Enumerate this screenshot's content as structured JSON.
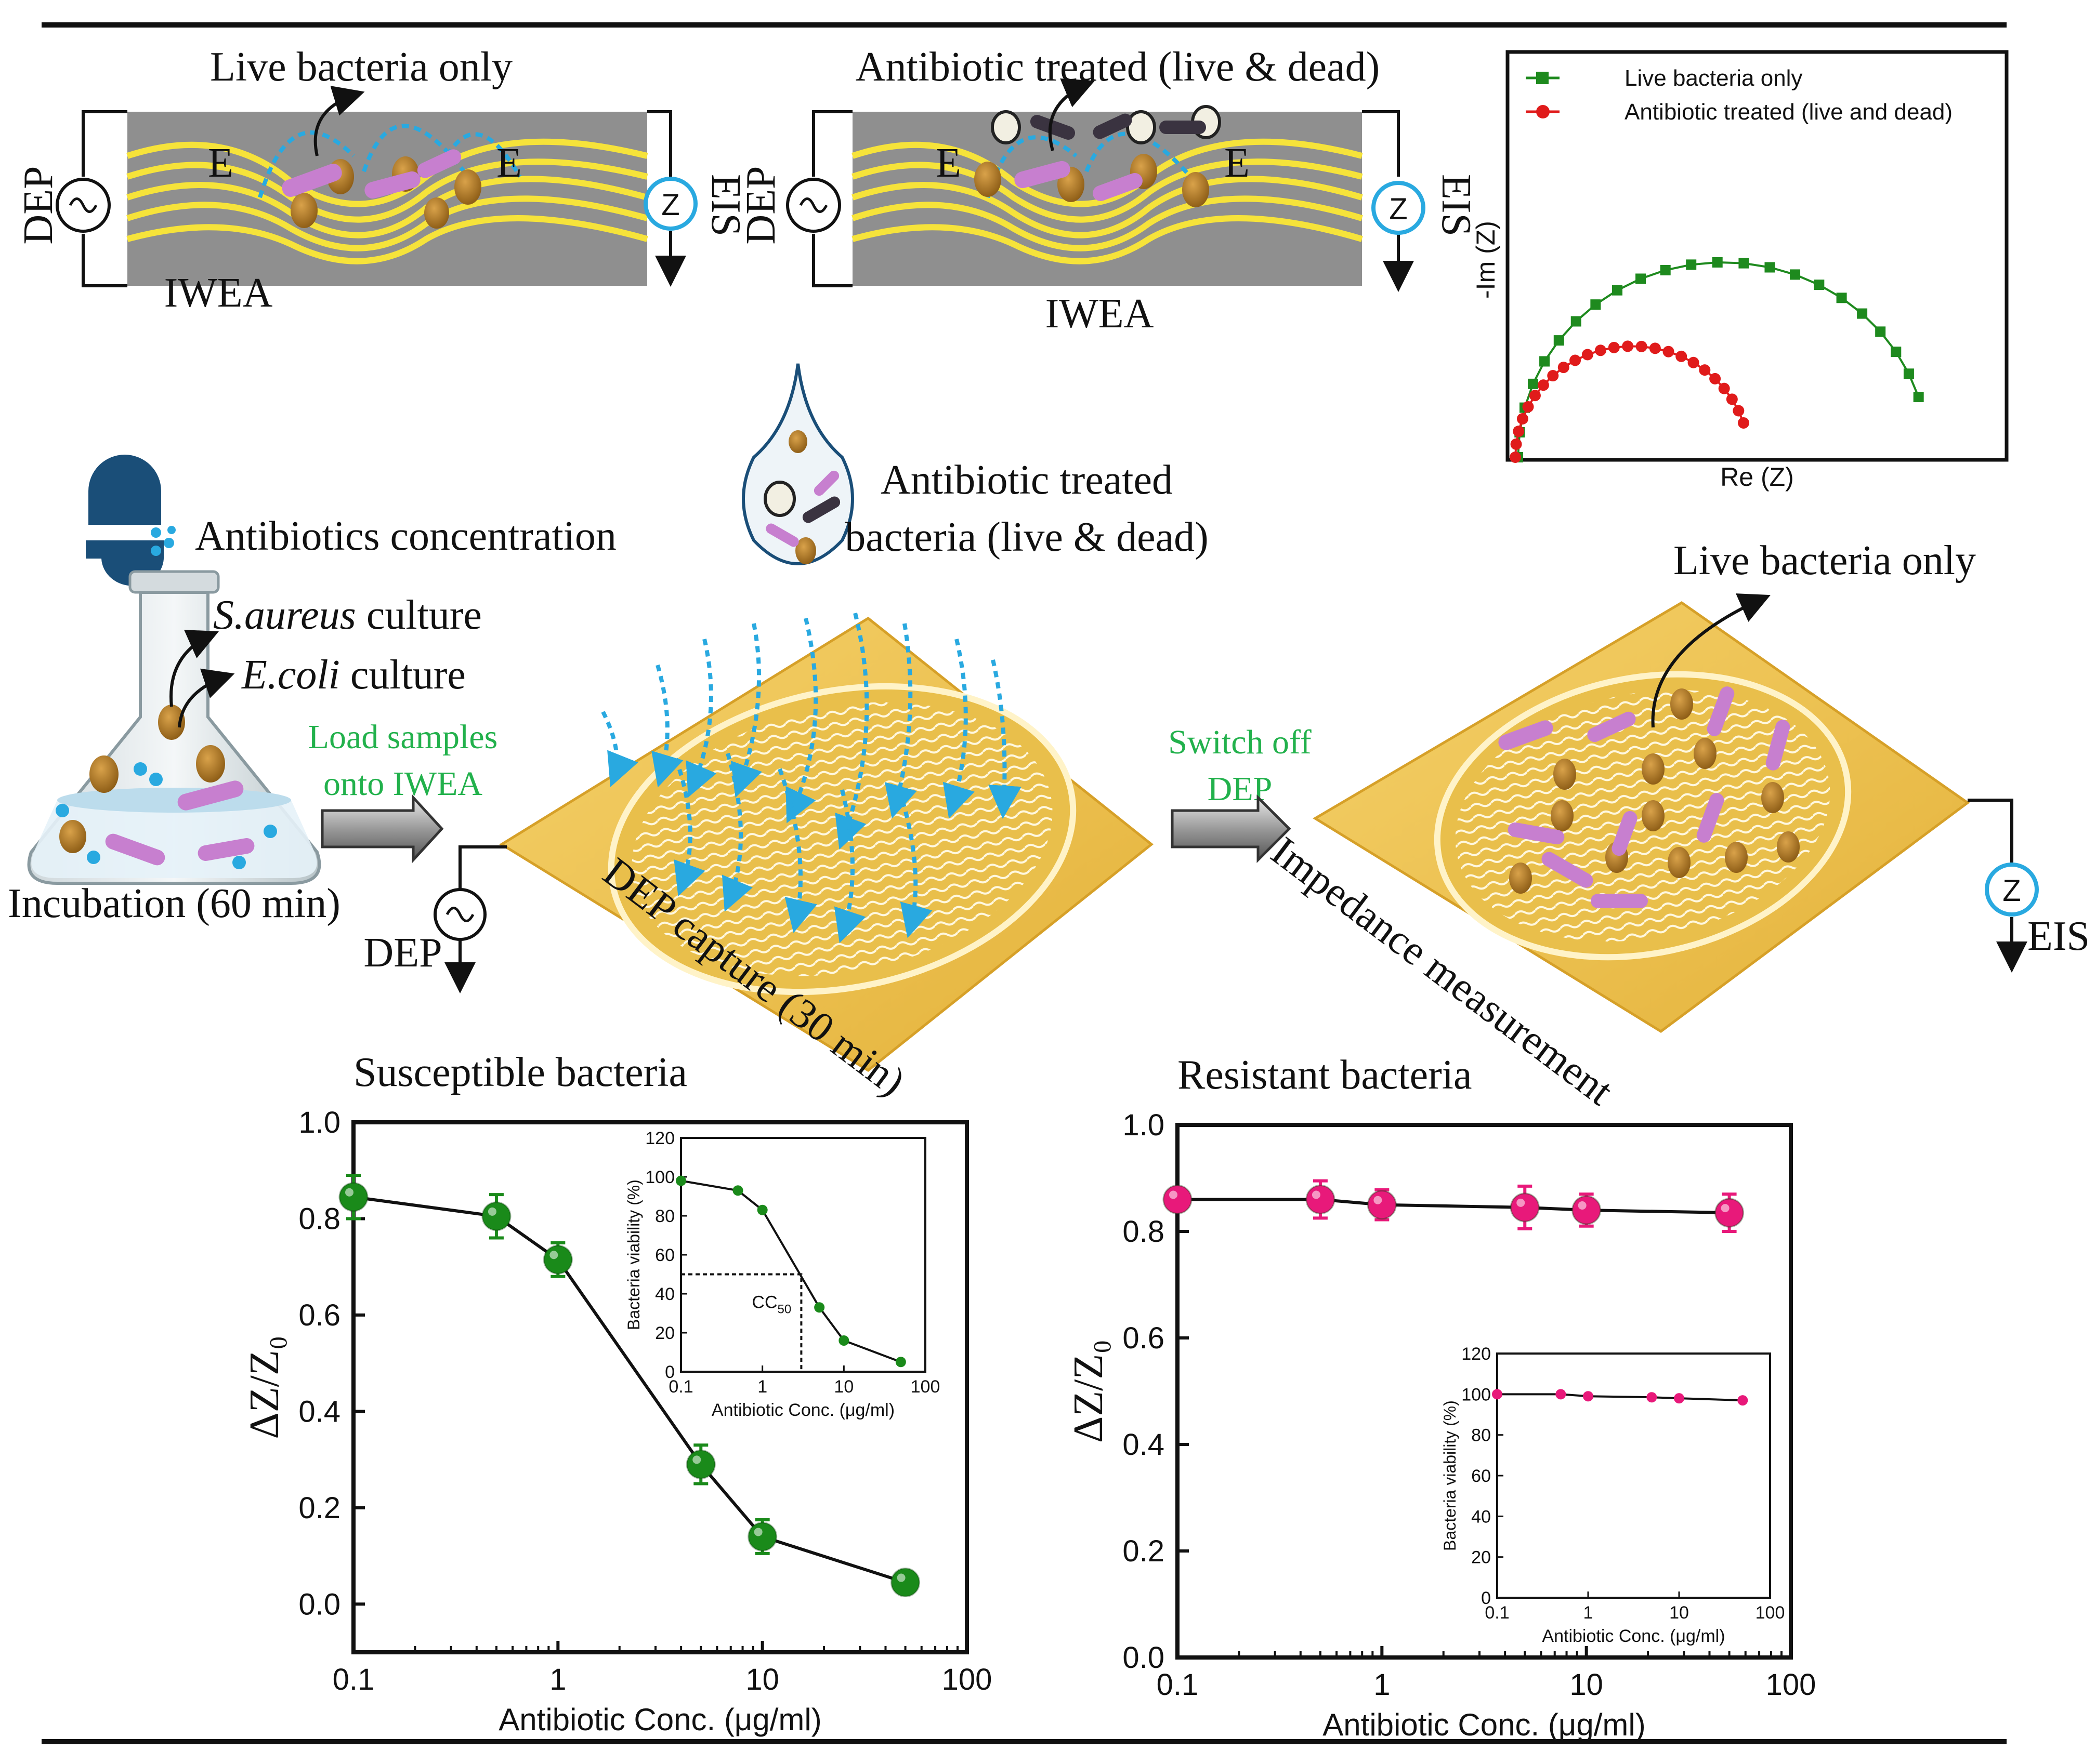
{
  "top_panel": {
    "left_title": "Live bacteria only",
    "middle_title": "Antibiotic treated (live & dead)",
    "dep_label": "DEP",
    "eis_label": "EIS",
    "iwea_label": "IWEA",
    "field_label": "E",
    "z_label": "Z"
  },
  "nyquist": {
    "xlabel": "Re (Z)",
    "ylabel": "-Im (Z)",
    "legend": [
      {
        "name": "Live bacteria only",
        "color": "#1e8a1e"
      },
      {
        "name": "Antibiotic treated (live and dead)",
        "color": "#e01b1b"
      }
    ]
  },
  "workflow": {
    "antibiotics": "Antibiotics concentration",
    "saureus_species": "S.aureus",
    "saureus_suffix": " culture",
    "ecoli_species": "E.coli",
    "ecoli_suffix": " culture",
    "incubation": "Incubation (60 min)",
    "load_line1": "Load samples",
    "load_line2": "onto IWEA",
    "drop_line1": "Antibiotic treated",
    "drop_line2": "bacteria (live & dead)",
    "dep_capture": "DEP capture (30 min)",
    "dep": "DEP",
    "switch_line1": "Switch off",
    "switch_line2": "DEP",
    "impedance": "Impedance measurement",
    "live_only": "Live bacteria only",
    "eis": "EIS",
    "z": "Z"
  },
  "chart_data": [
    {
      "type": "line",
      "title": "Susceptible bacteria",
      "xlabel": "Antibiotic Conc. (μg/ml)",
      "ylabel": "ΔZ/Z₀",
      "xscale": "log",
      "xlim": [
        0.1,
        100
      ],
      "ylim": [
        -0.1,
        1.0
      ],
      "xticks": [
        "0.1",
        "1",
        "10",
        "100"
      ],
      "yticks": [
        "0.0",
        "0.2",
        "0.4",
        "0.6",
        "0.8",
        "1.0"
      ],
      "color": "#1a8a1a",
      "x": [
        0.1,
        0.5,
        1,
        5,
        10,
        50
      ],
      "y": [
        0.845,
        0.805,
        0.715,
        0.29,
        0.14,
        0.045
      ],
      "err": [
        0.045,
        0.045,
        0.035,
        0.04,
        0.035,
        0.02
      ],
      "inset": {
        "type": "line",
        "xlabel": "Antibiotic Conc. (μg/ml)",
        "ylabel": "Bacteria viability (%)",
        "xscale": "log",
        "xlim": [
          0.1,
          100
        ],
        "ylim": [
          0,
          120
        ],
        "xticks": [
          "0.1",
          "1",
          "10",
          "100"
        ],
        "yticks": [
          "0",
          "20",
          "40",
          "60",
          "80",
          "100",
          "120"
        ],
        "x": [
          0.1,
          0.5,
          1,
          5,
          10,
          50
        ],
        "y": [
          98,
          93,
          83,
          33,
          16,
          5
        ],
        "annotation": "CC",
        "annotation_sub": "50",
        "cc50_x": 3,
        "cc50_y": 50
      }
    },
    {
      "type": "line",
      "title": "Resistant bacteria",
      "xlabel": "Antibiotic Conc. (μg/ml)",
      "ylabel": "ΔZ/Z₀",
      "xscale": "log",
      "xlim": [
        0.1,
        100
      ],
      "ylim": [
        0,
        1.0
      ],
      "xticks": [
        "0.1",
        "1",
        "10",
        "100"
      ],
      "yticks": [
        "0.0",
        "0.2",
        "0.4",
        "0.6",
        "0.8",
        "1.0"
      ],
      "color": "#e8197a",
      "x": [
        0.1,
        0.5,
        1,
        5,
        10,
        50
      ],
      "y": [
        0.86,
        0.86,
        0.85,
        0.845,
        0.84,
        0.835
      ],
      "err": [
        0.02,
        0.035,
        0.028,
        0.04,
        0.03,
        0.035
      ],
      "inset": {
        "type": "line",
        "xlabel": "Antibiotic Conc. (μg/ml)",
        "ylabel": "Bacteria viability (%)",
        "xscale": "log",
        "xlim": [
          0.1,
          100
        ],
        "ylim": [
          0,
          120
        ],
        "xticks": [
          "0.1",
          "1",
          "10",
          "100"
        ],
        "yticks": [
          "0",
          "20",
          "40",
          "60",
          "80",
          "100",
          "120"
        ],
        "x": [
          0.1,
          0.5,
          1,
          5,
          10,
          50
        ],
        "y": [
          100,
          100,
          99,
          98.5,
          98,
          97
        ]
      }
    }
  ]
}
